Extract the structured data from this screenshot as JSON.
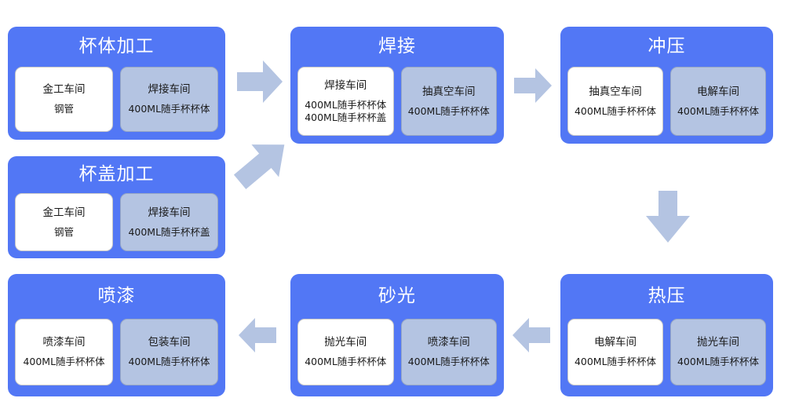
{
  "diagram": {
    "title_color": "#ffffff",
    "container_color": "#5277F5",
    "cell_white_color": "#ffffff",
    "cell_gray_color": "#B4C4E2",
    "arrow_color": "#B4C4E2"
  },
  "stages": [
    {
      "id": "cup-body-processing",
      "title": "杯体加工",
      "cells": [
        {
          "name": "金工车间",
          "products": [
            "钢管"
          ],
          "fill": "white"
        },
        {
          "name": "焊接车间",
          "products": [
            "400ML随手杯杯体"
          ],
          "fill": "gray"
        }
      ]
    },
    {
      "id": "welding",
      "title": "焊接",
      "cells": [
        {
          "name": "焊接车间",
          "products": [
            "400ML随手杯杯体",
            "400ML随手杯杯盖"
          ],
          "fill": "white"
        },
        {
          "name": "抽真空车间",
          "products": [
            "400ML随手杯杯体"
          ],
          "fill": "gray"
        }
      ]
    },
    {
      "id": "stamping",
      "title": "冲压",
      "cells": [
        {
          "name": "抽真空车间",
          "products": [
            "400ML随手杯杯体"
          ],
          "fill": "white"
        },
        {
          "name": "电解车间",
          "products": [
            "400ML随手杯杯体"
          ],
          "fill": "gray"
        }
      ]
    },
    {
      "id": "cup-lid-processing",
      "title": "杯盖加工",
      "cells": [
        {
          "name": "金工车间",
          "products": [
            "钢管"
          ],
          "fill": "white"
        },
        {
          "name": "焊接车间",
          "products": [
            "400ML随手杯杯盖"
          ],
          "fill": "gray"
        }
      ]
    },
    {
      "id": "painting",
      "title": "喷漆",
      "cells": [
        {
          "name": "喷漆车间",
          "products": [
            "400ML随手杯杯体"
          ],
          "fill": "white"
        },
        {
          "name": "包装车间",
          "products": [
            "400ML随手杯杯体"
          ],
          "fill": "gray"
        }
      ]
    },
    {
      "id": "sanding",
      "title": "砂光",
      "cells": [
        {
          "name": "抛光车间",
          "products": [
            "400ML随手杯杯体"
          ],
          "fill": "white"
        },
        {
          "name": "喷漆车间",
          "products": [
            "400ML随手杯杯体"
          ],
          "fill": "gray"
        }
      ]
    },
    {
      "id": "hot-pressing",
      "title": "热压",
      "cells": [
        {
          "name": "电解车间",
          "products": [
            "400ML随手杯杯体"
          ],
          "fill": "white"
        },
        {
          "name": "抛光车间",
          "products": [
            "400ML随手杯杯体"
          ],
          "fill": "gray"
        }
      ]
    }
  ],
  "arrows": [
    {
      "id": "arrow-body-to-welding",
      "direction": "right"
    },
    {
      "id": "arrow-welding-to-stamping",
      "direction": "right"
    },
    {
      "id": "arrow-lid-to-welding",
      "direction": "up-right"
    },
    {
      "id": "arrow-stamping-to-hotpressing",
      "direction": "down"
    },
    {
      "id": "arrow-hotpressing-to-sanding",
      "direction": "left"
    },
    {
      "id": "arrow-sanding-to-painting",
      "direction": "left"
    }
  ]
}
